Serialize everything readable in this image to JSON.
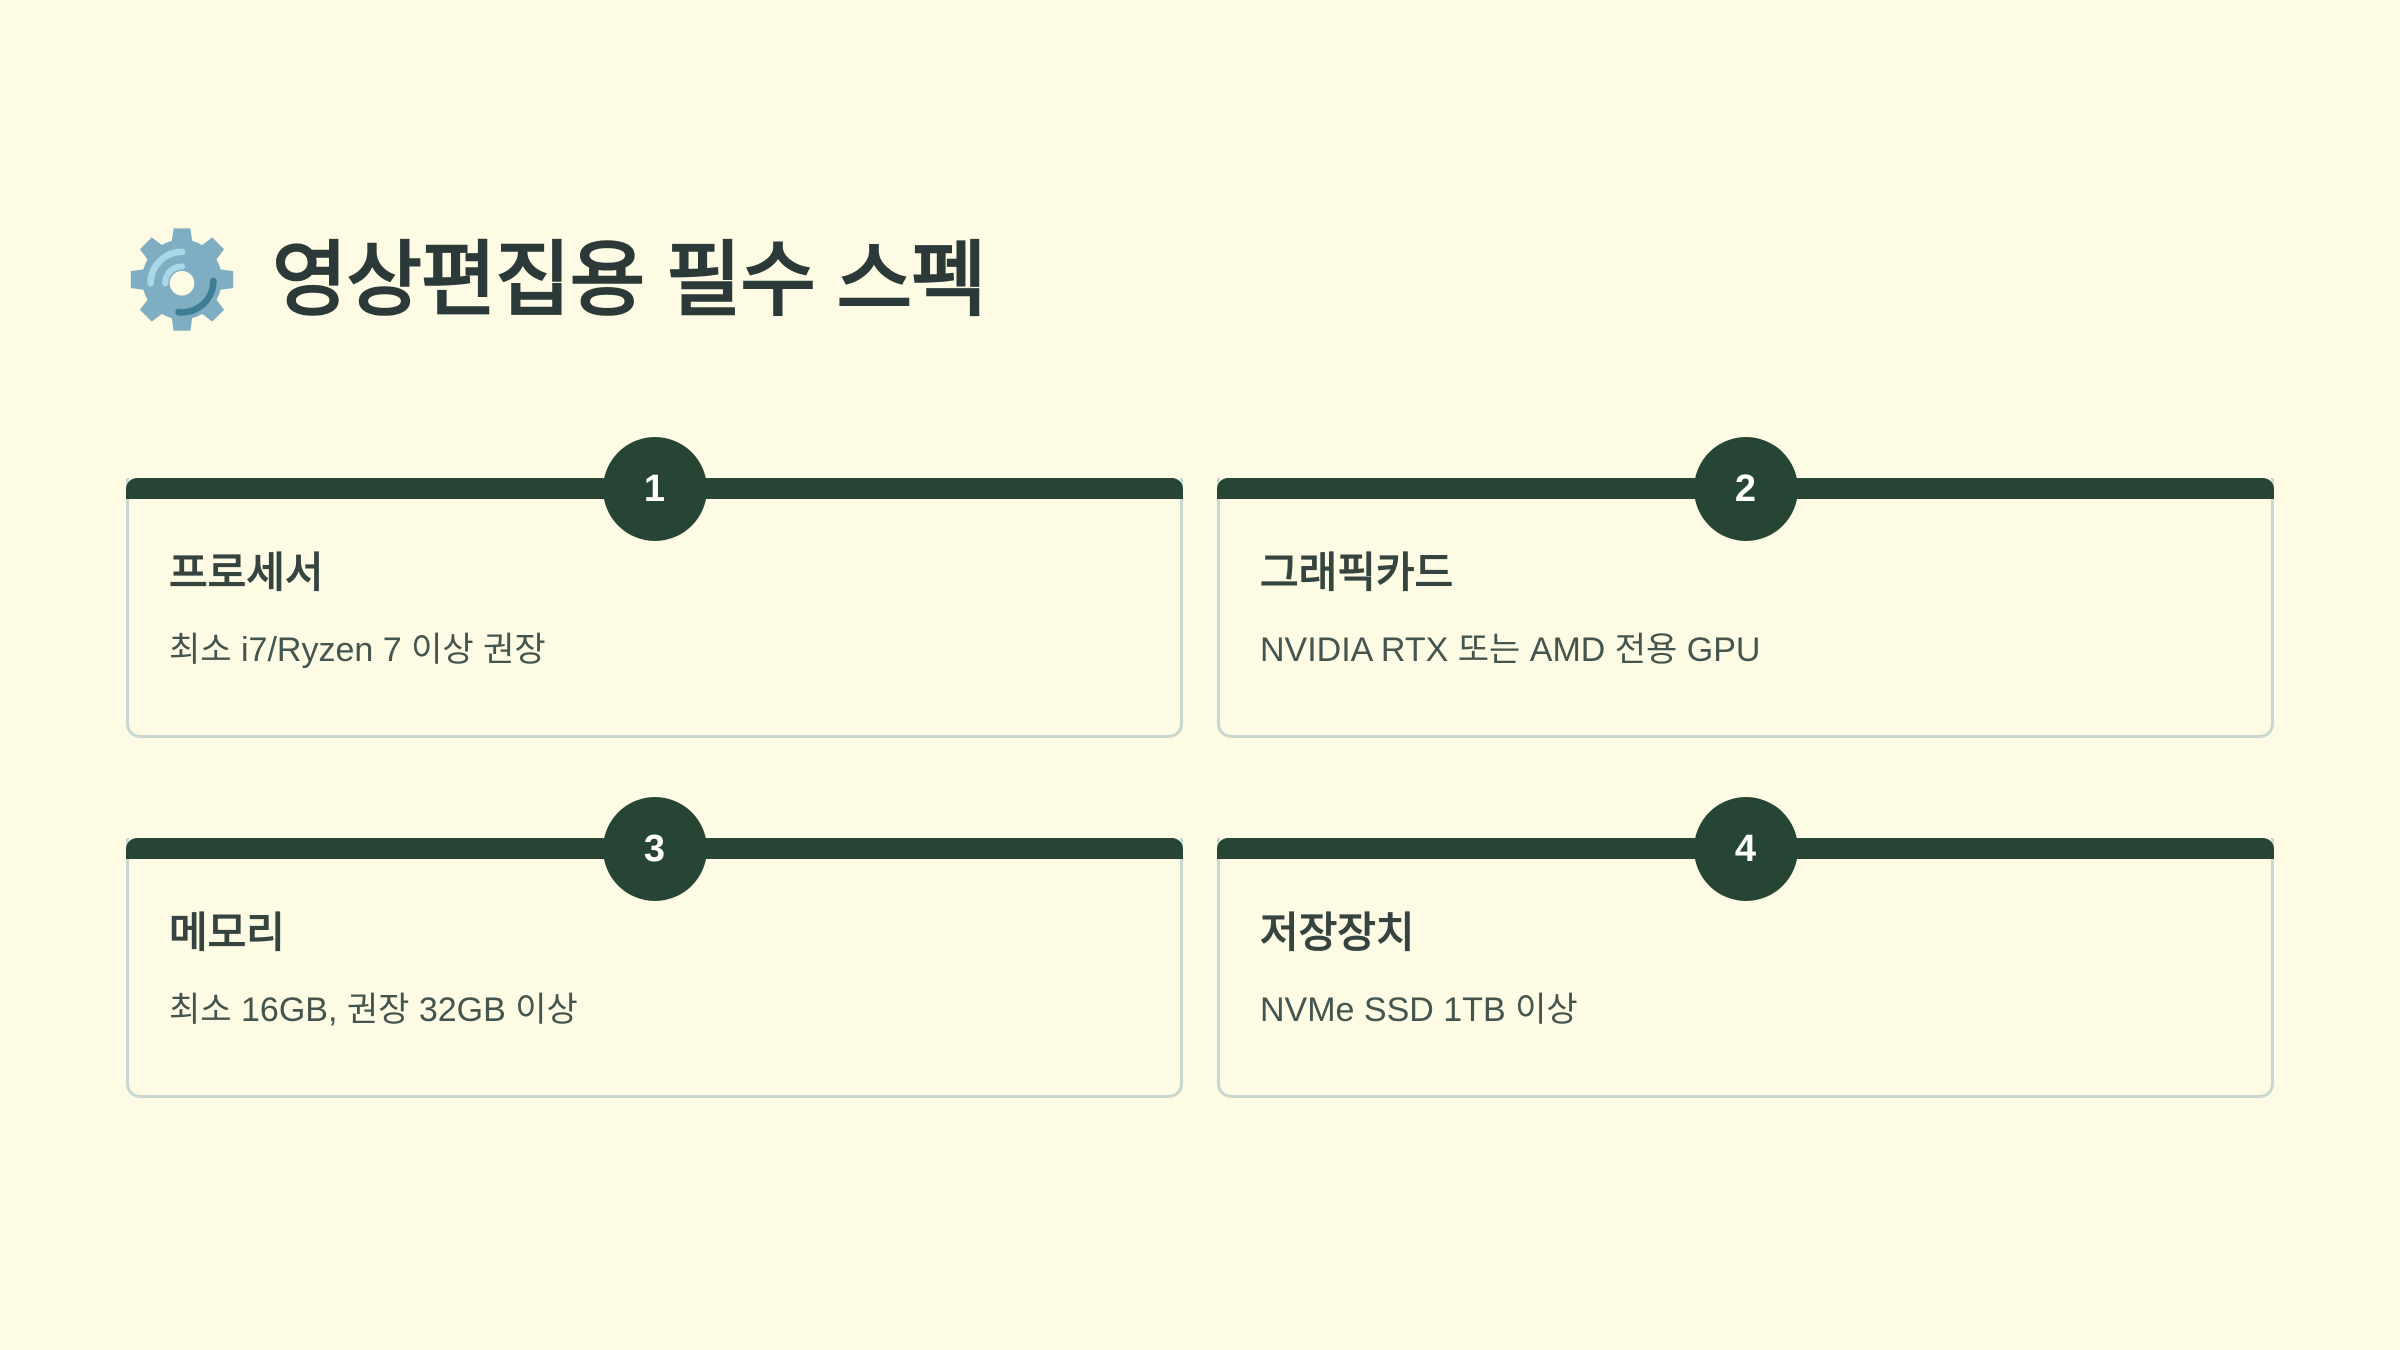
{
  "background_color": "#fdfbe3",
  "accent_color": "#274534",
  "border_color": "#c8d8d0",
  "header": {
    "icon": "gear-icon",
    "icon_colors": {
      "body": "#7faec2",
      "light_arc": "#a8d8e8",
      "dark_arc": "#3e7e95",
      "center": "#fdfbe3"
    },
    "title": "영상편집용 필수 스펙",
    "title_color": "#2b3a38"
  },
  "cards": [
    {
      "number": "1",
      "title": "프로세서",
      "description": "최소 i7/Ryzen 7 이상 권장"
    },
    {
      "number": "2",
      "title": "그래픽카드",
      "description": "NVIDIA RTX 또는 AMD 전용 GPU"
    },
    {
      "number": "3",
      "title": "메모리",
      "description": "최소 16GB, 권장 32GB 이상"
    },
    {
      "number": "4",
      "title": "저장장치",
      "description": "NVMe SSD 1TB 이상"
    }
  ]
}
